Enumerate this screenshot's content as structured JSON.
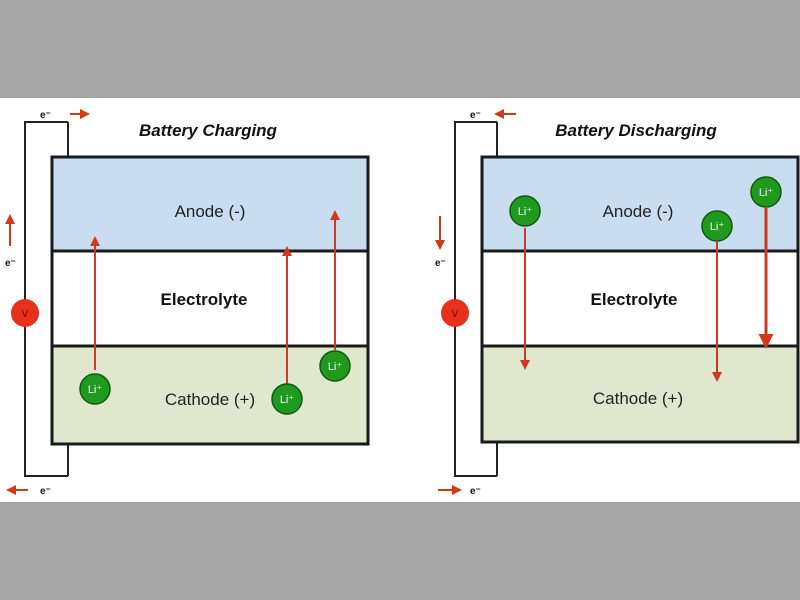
{
  "panels": [
    {
      "title": "Battery Charging",
      "anode_label": "Anode (-)",
      "electrolyte_label": "Electrolyte",
      "cathode_label": "Cathode (+)",
      "voltmeter_label": "V",
      "electron_label": "e⁻",
      "ion_label": "Li⁺"
    },
    {
      "title": "Battery Discharging",
      "anode_label": "Anode (-)",
      "electrolyte_label": "Electrolyte",
      "cathode_label": "Cathode (+)",
      "voltmeter_label": "V",
      "electron_label": "e⁻",
      "ion_label": "Li⁺"
    }
  ],
  "colors": {
    "anode": "#c9dcf0",
    "electrolyte": "#ffffff",
    "cathode": "#dfe8cf",
    "ion": "#1f9a1f",
    "arrow": "#d0391c",
    "voltmeter": "#e8301c",
    "background": "#a6a6a6"
  }
}
